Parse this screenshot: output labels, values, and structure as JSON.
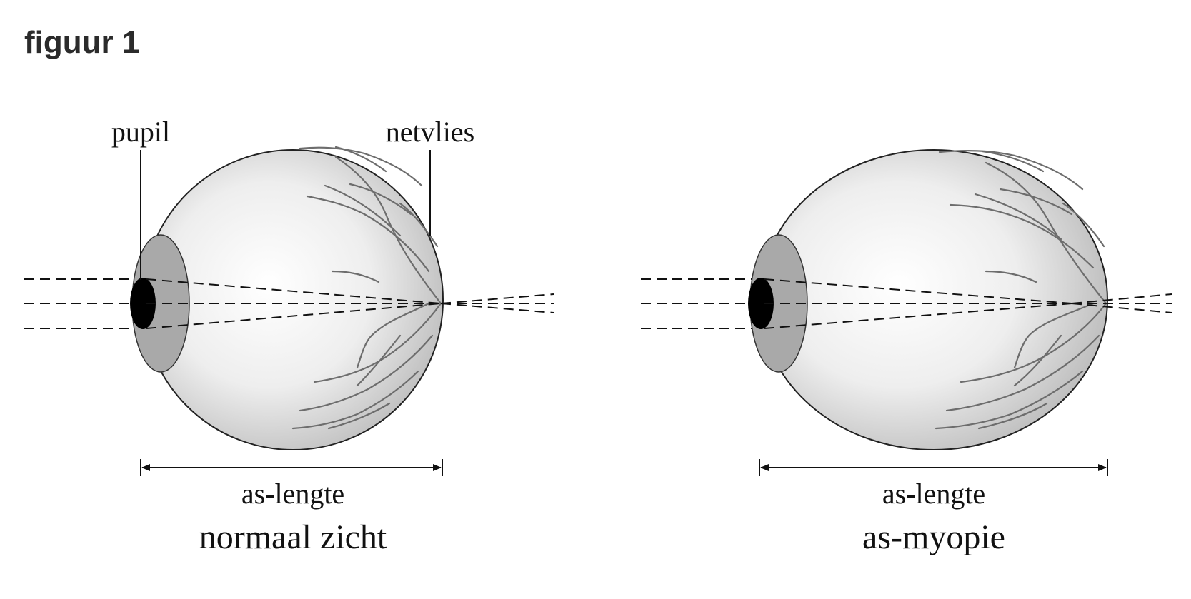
{
  "figure": {
    "title": "figuur 1"
  },
  "labels": {
    "pupil": "pupil",
    "retina": "netvlies"
  },
  "panels": [
    {
      "axis_label": "as-lengte",
      "caption": "normaal zicht"
    },
    {
      "axis_label": "as-lengte",
      "caption": "as-myopie"
    }
  ],
  "colors": {
    "eyeball_fill": "#f2f2f2",
    "eyeball_shade": "#bdbdbd",
    "iris": "#a9a9a9",
    "pupil": "#000000",
    "veins": "#6d6d6d",
    "lines": "#111111"
  }
}
